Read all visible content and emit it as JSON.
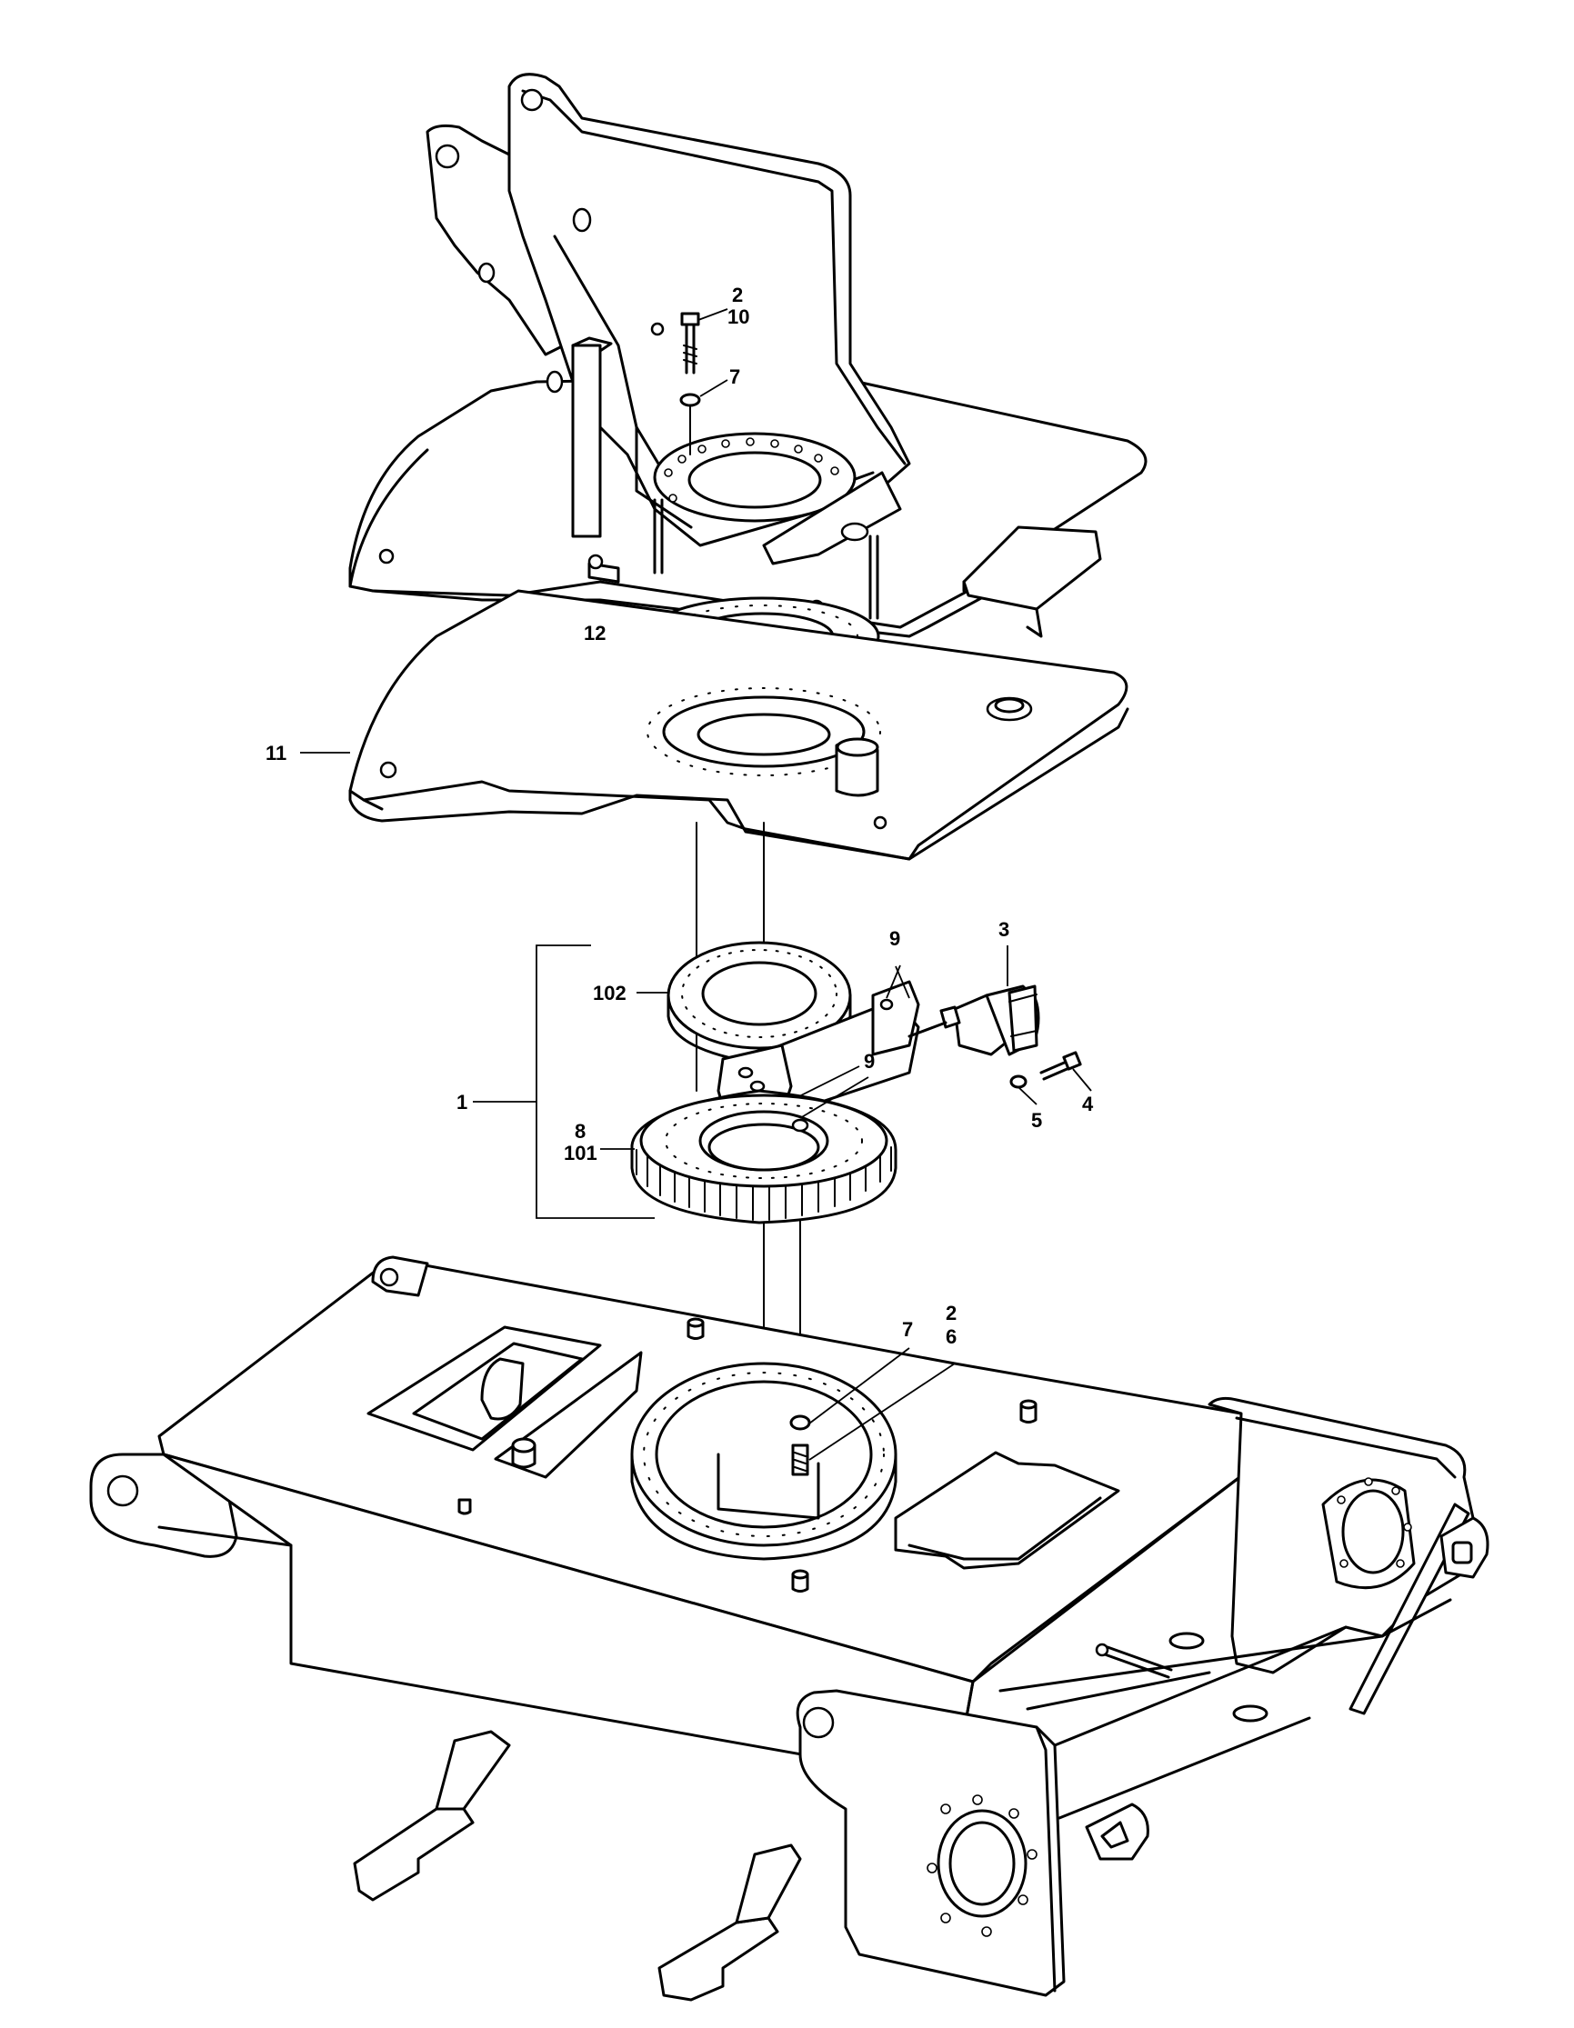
{
  "callouts": [
    {
      "id": "c-2-top",
      "text": "2"
    },
    {
      "id": "c-10",
      "text": "10"
    },
    {
      "id": "c-7-top",
      "text": "7"
    },
    {
      "id": "c-12",
      "text": "12"
    },
    {
      "id": "c-11",
      "text": "11"
    },
    {
      "id": "c-3",
      "text": "3"
    },
    {
      "id": "c-9-upper",
      "text": "9"
    },
    {
      "id": "c-102",
      "text": "102"
    },
    {
      "id": "c-5",
      "text": "5"
    },
    {
      "id": "c-4",
      "text": "4"
    },
    {
      "id": "c-9-lower",
      "text": "9"
    },
    {
      "id": "c-1",
      "text": "1"
    },
    {
      "id": "c-8",
      "text": "8"
    },
    {
      "id": "c-101",
      "text": "101"
    },
    {
      "id": "c-7-bottom",
      "text": "7"
    },
    {
      "id": "c-2-bottom",
      "text": "2"
    },
    {
      "id": "c-6",
      "text": "6"
    }
  ]
}
